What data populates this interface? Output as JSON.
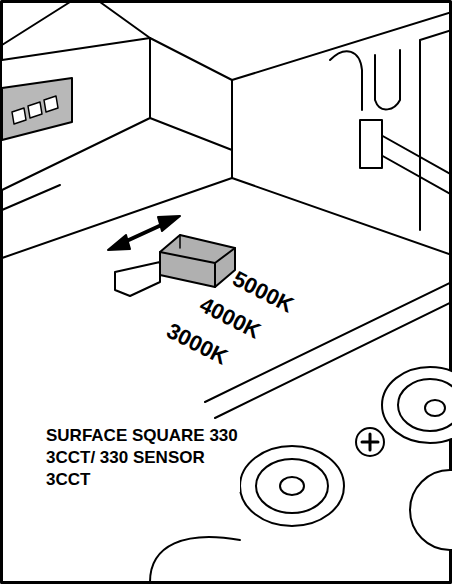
{
  "diagram": {
    "labels": [
      "5000K",
      "4000K",
      "3000K",
      "SURFACE SQUARE 330 3CCT/ 330 SENSOR 3CCT"
    ]
  }
}
